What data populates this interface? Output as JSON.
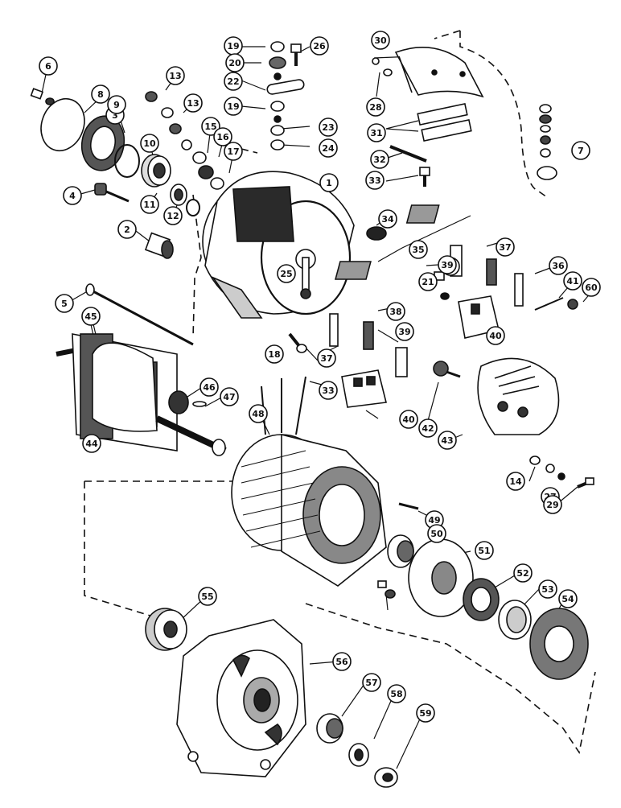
{
  "callouts": [
    {
      "label": "1"
    },
    {
      "label": "2"
    },
    {
      "label": "3"
    },
    {
      "label": "4"
    },
    {
      "label": "5"
    },
    {
      "label": "6"
    },
    {
      "label": "7"
    },
    {
      "label": "8"
    },
    {
      "label": "9"
    },
    {
      "label": "10"
    },
    {
      "label": "11"
    },
    {
      "label": "12"
    },
    {
      "label": "13"
    },
    {
      "label": "13"
    },
    {
      "label": "14"
    },
    {
      "label": "15"
    },
    {
      "label": "16"
    },
    {
      "label": "17"
    },
    {
      "label": "18"
    },
    {
      "label": "19"
    },
    {
      "label": "19"
    },
    {
      "label": "20"
    },
    {
      "label": "21"
    },
    {
      "label": "22"
    },
    {
      "label": "23"
    },
    {
      "label": "24"
    },
    {
      "label": "25"
    },
    {
      "label": "26"
    },
    {
      "label": "27"
    },
    {
      "label": "28"
    },
    {
      "label": "29"
    },
    {
      "label": "30"
    },
    {
      "label": "31"
    },
    {
      "label": "32"
    },
    {
      "label": "33"
    },
    {
      "label": "33"
    },
    {
      "label": "34"
    },
    {
      "label": "35"
    },
    {
      "label": "36"
    },
    {
      "label": "37"
    },
    {
      "label": "37"
    },
    {
      "label": "38"
    },
    {
      "label": "38"
    },
    {
      "label": "39"
    },
    {
      "label": "39"
    },
    {
      "label": "40"
    },
    {
      "label": "40"
    },
    {
      "label": "41"
    },
    {
      "label": "42"
    },
    {
      "label": "43"
    },
    {
      "label": "44"
    },
    {
      "label": "45"
    },
    {
      "label": "46"
    },
    {
      "label": "47"
    },
    {
      "label": "48"
    },
    {
      "label": "49"
    },
    {
      "label": "50"
    },
    {
      "label": "51"
    },
    {
      "label": "52"
    },
    {
      "label": "53"
    },
    {
      "label": "54"
    },
    {
      "label": "55"
    },
    {
      "label": "56"
    },
    {
      "label": "57"
    },
    {
      "label": "58"
    },
    {
      "label": "59"
    },
    {
      "label": "60"
    }
  ]
}
